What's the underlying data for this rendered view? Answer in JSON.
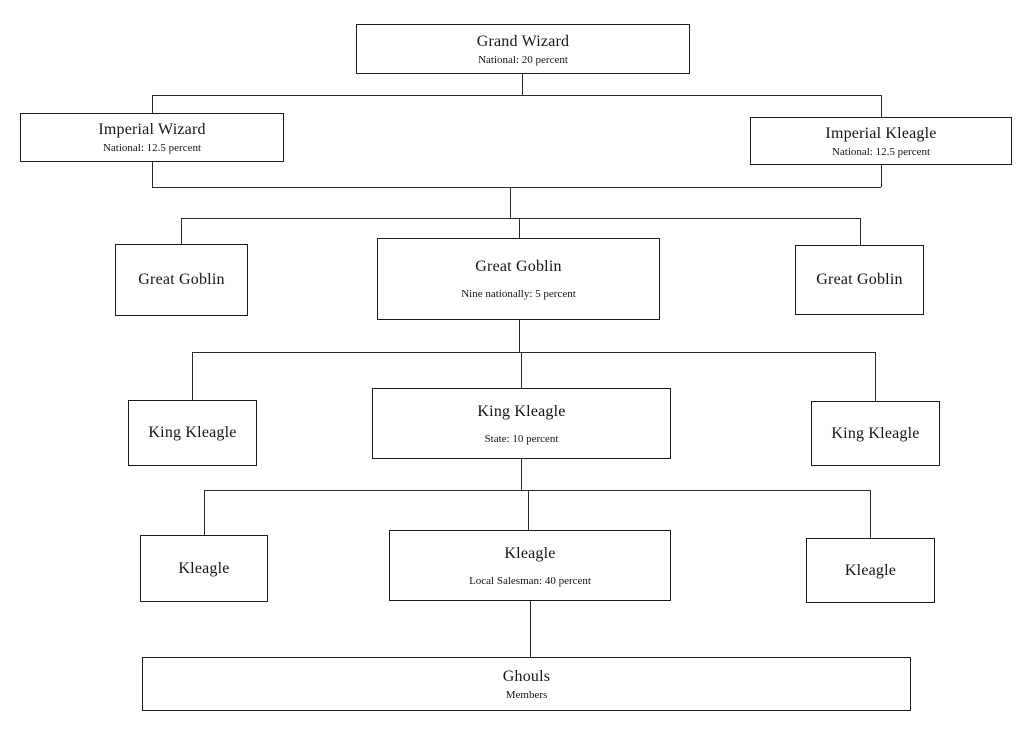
{
  "diagram": {
    "type": "org-chart",
    "colors": {
      "background": "#ffffff",
      "border": "#1a1a1a",
      "text": "#141414",
      "line": "#2a2a2a"
    },
    "nodes": [
      {
        "id": "grand-wizard",
        "level": 1,
        "title": "Grand Wizard",
        "subtitle": "National: 20 percent"
      },
      {
        "id": "imperial-wizard",
        "level": 2,
        "title": "Imperial Wizard",
        "subtitle": "National: 12.5 percent"
      },
      {
        "id": "imperial-kleagle",
        "level": 2,
        "title": "Imperial Kleagle",
        "subtitle": "National: 12.5 percent"
      },
      {
        "id": "great-goblin-left",
        "level": 3,
        "title": "Great Goblin"
      },
      {
        "id": "great-goblin-center",
        "level": 3,
        "title": "Great Goblin",
        "subtitle": "Nine nationally: 5 percent"
      },
      {
        "id": "great-goblin-right",
        "level": 3,
        "title": "Great Goblin"
      },
      {
        "id": "king-kleagle-left",
        "level": 4,
        "title": "King Kleagle"
      },
      {
        "id": "king-kleagle-center",
        "level": 4,
        "title": "King Kleagle",
        "subtitle": "State: 10 percent"
      },
      {
        "id": "king-kleagle-right",
        "level": 4,
        "title": "King Kleagle"
      },
      {
        "id": "kleagle-left",
        "level": 5,
        "title": "Kleagle"
      },
      {
        "id": "kleagle-center",
        "level": 5,
        "title": "Kleagle",
        "subtitle": "Local Salesman: 40 percent"
      },
      {
        "id": "kleagle-right",
        "level": 5,
        "title": "Kleagle"
      },
      {
        "id": "ghouls",
        "level": 6,
        "title": "Ghouls",
        "subtitle": "Members"
      }
    ]
  }
}
